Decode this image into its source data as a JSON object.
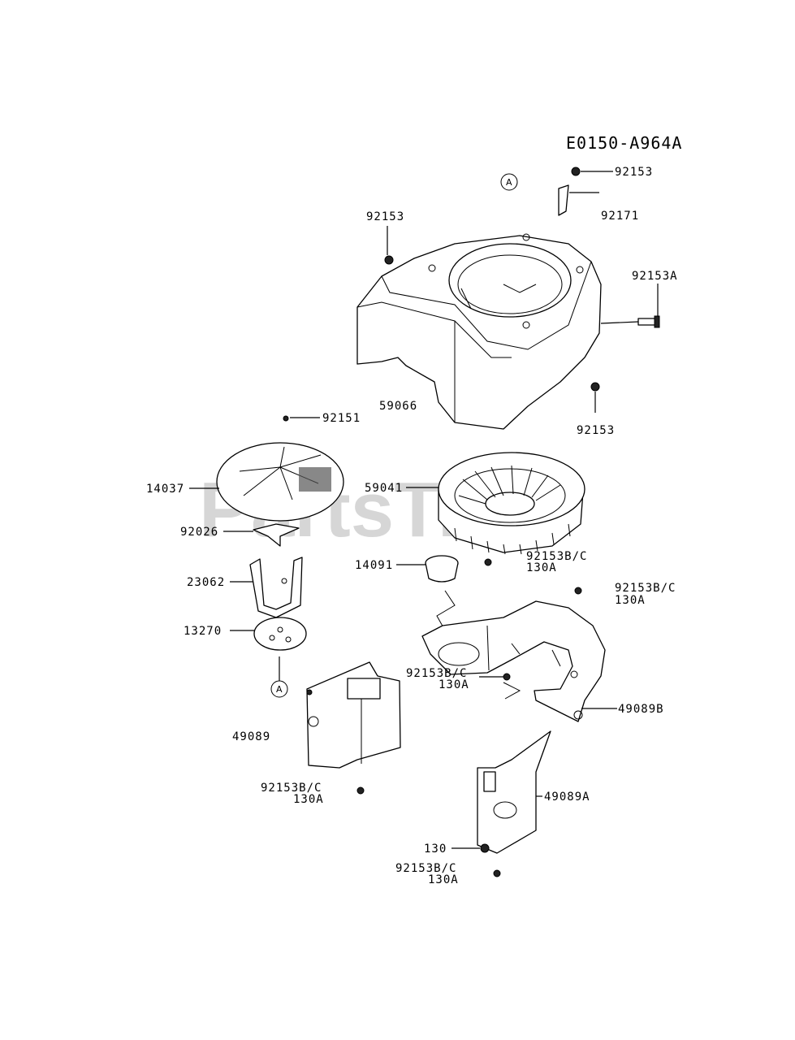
{
  "diagram_code": "E0150-A964A",
  "watermark": "PartsTree",
  "reference_marker": "A",
  "callouts": {
    "c92153_top": "92153",
    "c92171": "92171",
    "c92153_left": "92153",
    "c92153A": "92153A",
    "c59066": "59066",
    "c92153_lower": "92153",
    "c92151": "92151",
    "c14037": "14037",
    "c59041": "59041",
    "c92026": "92026",
    "c92153BC_1": "92153B/C",
    "c130A_1": "130A",
    "c14091": "14091",
    "c23062": "23062",
    "c92153BC_2": "92153B/C",
    "c130A_2": "130A",
    "c13270": "13270",
    "c92153BC_3": "92153B/C",
    "c130A_3": "130A",
    "c49089B": "49089B",
    "c49089": "49089",
    "c49089A": "49089A",
    "c92153BC_4": "92153B/C",
    "c130A_4": "130A",
    "c130": "130",
    "c92153BC_5": "92153B/C",
    "c130A_5": "130A"
  }
}
